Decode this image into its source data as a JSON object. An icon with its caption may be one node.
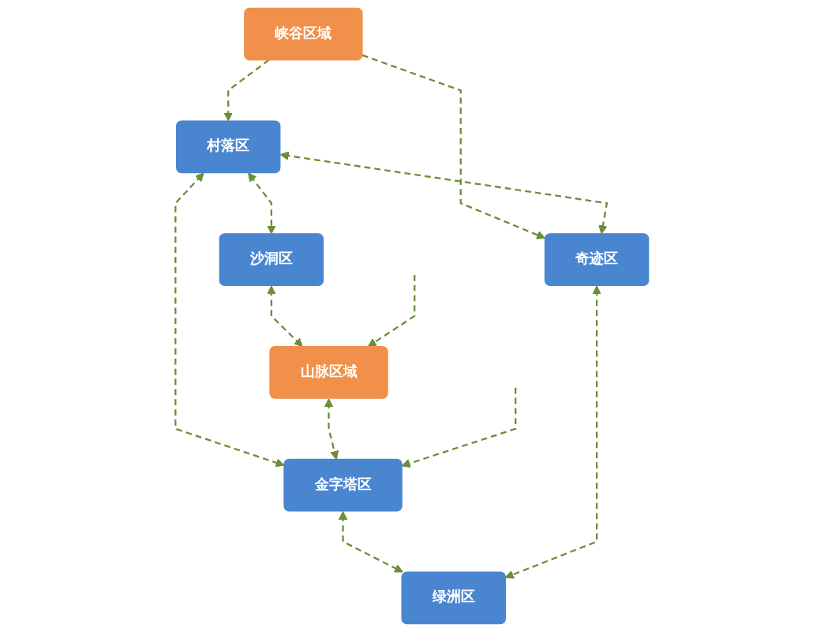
{
  "diagram": {
    "nodes": [
      {
        "text": [
          "峡谷区域"
        ]
      },
      {
        "text": [
          "村落区"
        ]
      },
      {
        "text": [
          "沙洞区"
        ]
      },
      {
        "text": [
          "奇迹区"
        ]
      },
      {
        "text": [
          "山脉区域"
        ]
      },
      {
        "text": [
          "金字塔区"
        ]
      },
      {
        "text": [
          "绿洲区"
        ]
      }
    ],
    "edges": [
      {
        "from": 0,
        "to": 1,
        "arrow": "to",
        "style": "dashed"
      },
      {
        "from": 0,
        "to": 3,
        "arrow": "to",
        "style": "dashed"
      },
      {
        "from": 1,
        "to": 2,
        "arrow": "both",
        "style": "dashed"
      },
      {
        "from": 1,
        "to": 3,
        "arrow": "both",
        "style": "dashed"
      },
      {
        "from": 1,
        "to": 5,
        "arrow": "both",
        "style": "dashed"
      },
      {
        "from": 2,
        "to": 4,
        "arrow": "both",
        "style": "dashed"
      },
      {
        "from": 4,
        "to": 5,
        "arrow": "both",
        "style": "dashed"
      },
      {
        "from": 5,
        "to": 6,
        "arrow": "both",
        "style": "dashed"
      },
      {
        "from": 3,
        "to": 6,
        "arrow": "both",
        "style": "dashed"
      },
      {
        "from": null,
        "to": 4,
        "arrow": "to",
        "style": "dashed"
      },
      {
        "from": null,
        "to": 5,
        "arrow": "to",
        "style": "dashed"
      }
    ]
  }
}
